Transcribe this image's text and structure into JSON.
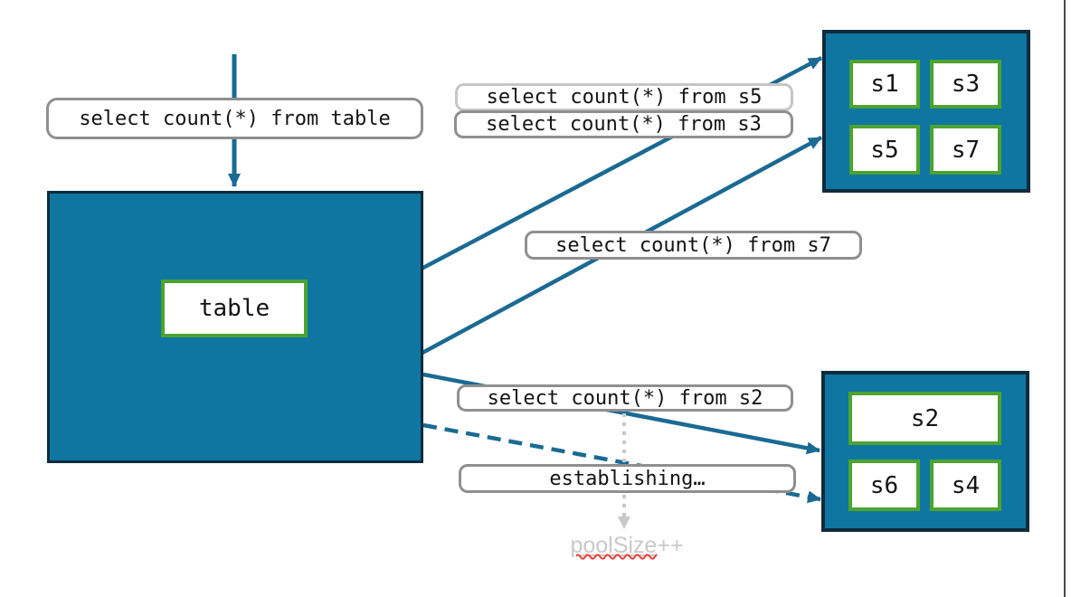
{
  "queries": {
    "from_table": "select count(*) from table",
    "from_s5": "select count(*) from s5",
    "from_s3": "select count(*) from s3",
    "from_s7": "select count(*) from s7",
    "from_s2": "select count(*) from s2",
    "establishing": "establishing…"
  },
  "table_node": {
    "label": "table"
  },
  "shard_groups": {
    "top": [
      "s1",
      "s3",
      "s5",
      "s7"
    ],
    "bottom": [
      "s2",
      "s6",
      "s4"
    ]
  },
  "pool_size": {
    "word": "poolSize",
    "suffix": "++"
  },
  "colors": {
    "node_fill": "#0e76a0",
    "node_border": "#0f2b3c",
    "shard_border": "#4da32f",
    "label_border": "#8f8f8f",
    "label_border_light": "#c6c6c6",
    "arrow": "#1a6a93",
    "pending_arrow": "#c8c8c8",
    "pool_text": "#c9c9c9",
    "spellcheck_squiggle": "#e8443a"
  }
}
